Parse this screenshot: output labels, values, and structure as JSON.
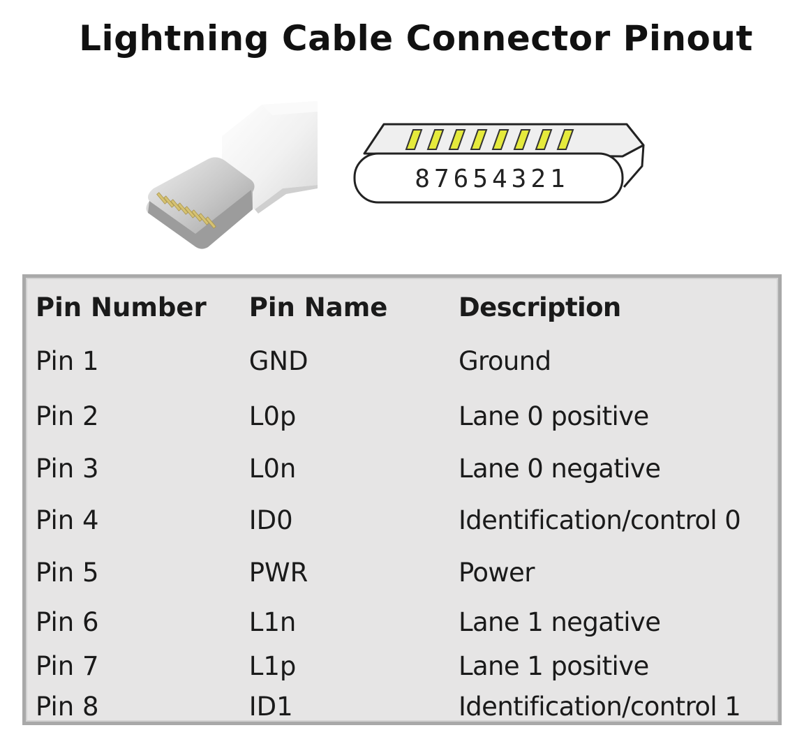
{
  "title": "Lightning Cable Connector Pinout",
  "diagram": {
    "pin_numbers": "87654321",
    "pin_color": "#e5ea3c"
  },
  "table": {
    "headers": [
      "Pin Number",
      "Pin Name",
      "Description"
    ],
    "rows": [
      [
        "Pin 1",
        "GND",
        "Ground"
      ],
      [
        "Pin 2",
        "L0p",
        "Lane 0 positive"
      ],
      [
        "Pin 3",
        "L0n",
        "Lane 0 negative"
      ],
      [
        "Pin 4",
        "ID0",
        "Identification/control 0"
      ],
      [
        "Pin 5",
        "PWR",
        "Power"
      ],
      [
        "Pin 6",
        "L1n",
        "Lane 1 negative"
      ],
      [
        "Pin 7",
        "L1p",
        "Lane 1 positive"
      ],
      [
        "Pin 8",
        "ID1",
        "Identification/control 1"
      ]
    ]
  }
}
